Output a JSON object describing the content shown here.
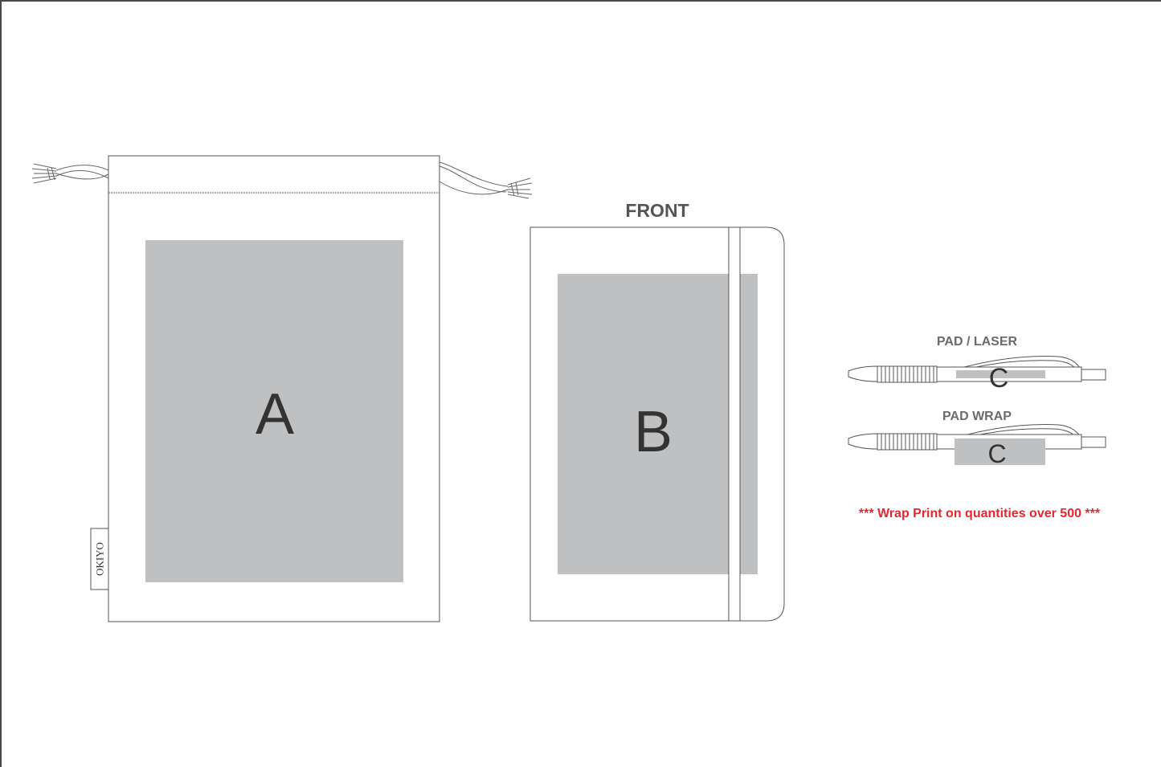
{
  "bag": {
    "area_letter": "A",
    "brand_tag": "OKIYO"
  },
  "notebook": {
    "view_label": "FRONT",
    "area_letter": "B"
  },
  "pens": {
    "top": {
      "method": "PAD / LASER",
      "area_letter": "C"
    },
    "bottom": {
      "method": "PAD WRAP",
      "area_letter": "C"
    }
  },
  "notice": "*** Wrap Print on quantities over 500 ***",
  "colors": {
    "print_area": "#bfc0c2",
    "outline": "#555555",
    "label_text": "#6b6b6b",
    "notice_text": "#e8262d"
  }
}
